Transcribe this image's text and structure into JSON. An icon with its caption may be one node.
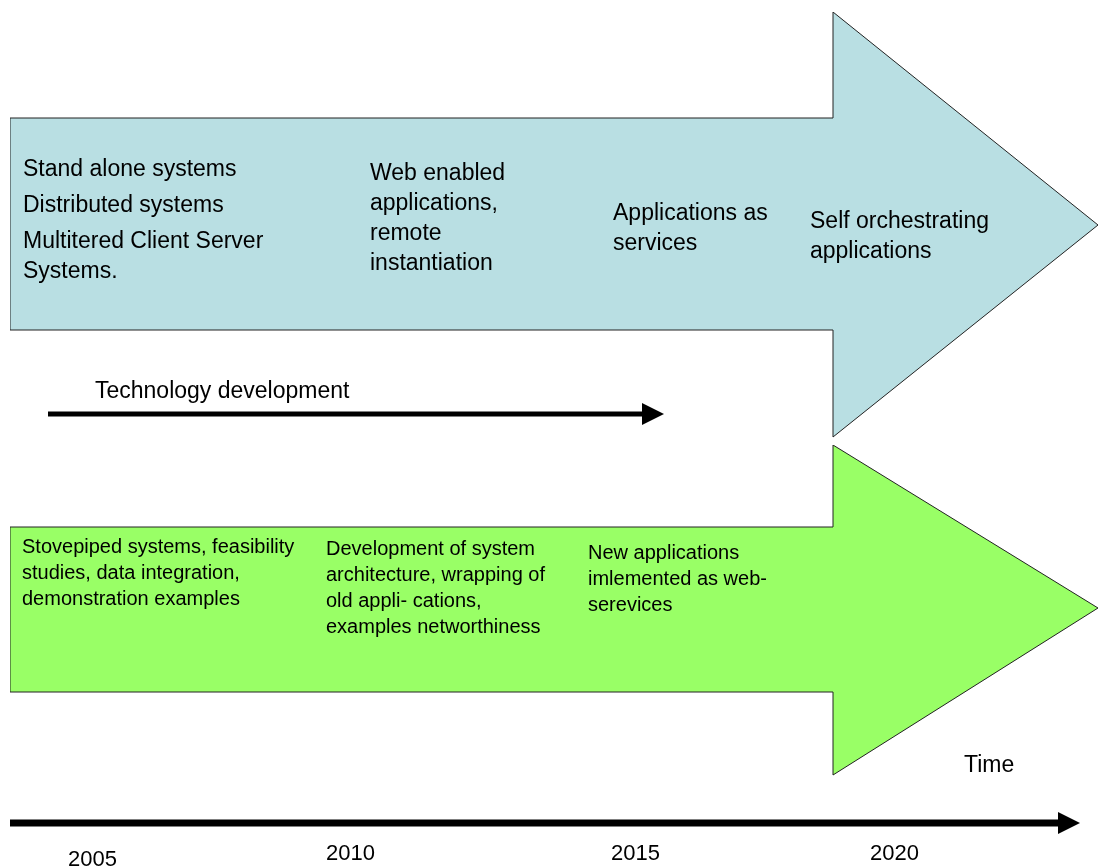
{
  "diagram": {
    "nodes": [
      {
        "text": [
          "Stand alone systems",
          "Distributed systems",
          "Multitered Client Server Systems.",
          "Web enabled applications, remote instantiation",
          "Applications as services",
          "Self orchestrating applications"
        ]
      },
      {
        "text": [
          "Stovepiped systems, feasibility studies, data integration, demonstration examples",
          "Development of system architecture, wrapping of old appli- cations, examples networthiness",
          "New applications imlemented as web- serevices"
        ]
      }
    ],
    "labels": [
      "Technology development",
      "Time",
      "2005",
      "2010",
      "2015",
      "2020"
    ]
  }
}
